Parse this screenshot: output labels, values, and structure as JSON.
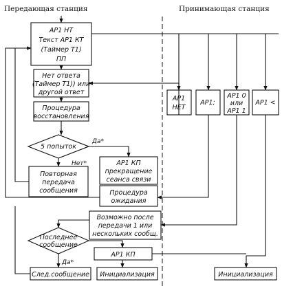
{
  "headers": {
    "sender": "Передающая станция",
    "receiver": "Принимающая станция"
  },
  "sender_blocks": {
    "start": [
      "АР1 НТ",
      "Текст АР1 КТ",
      "(Таймер Т1)",
      "ПП"
    ],
    "no_answer": [
      "Нет ответа",
      "(Таймер Т1)) или",
      "другой ответ"
    ],
    "recovery": [
      "Процедура",
      "восстановления"
    ],
    "attempts": "5 попыток",
    "yes1": "Да*",
    "no1": "Нет*",
    "repeat": [
      "Повторная",
      "передача",
      "сообщения"
    ],
    "terminate": [
      "АР1 КП",
      "прекращение",
      "сеанса связи"
    ],
    "wait": [
      "Процедура",
      "ожидания"
    ],
    "last_msg": [
      "Последнее",
      "сообщение"
    ],
    "yes2": "Да*",
    "next_msg": "След.сообщение",
    "ap1kp": "АР1 КП",
    "init_left": "Инициализация"
  },
  "receiver_blocks": {
    "r1": [
      "АР1",
      "НЕТ"
    ],
    "r2": "АР1;",
    "r3": [
      "АР1 0",
      "или",
      "АР1 1"
    ],
    "r4": "АР1 <",
    "possible": [
      "Возможно после",
      "передачи 1 или",
      "нескольких сообщ."
    ],
    "init_right": "Инициализация"
  }
}
